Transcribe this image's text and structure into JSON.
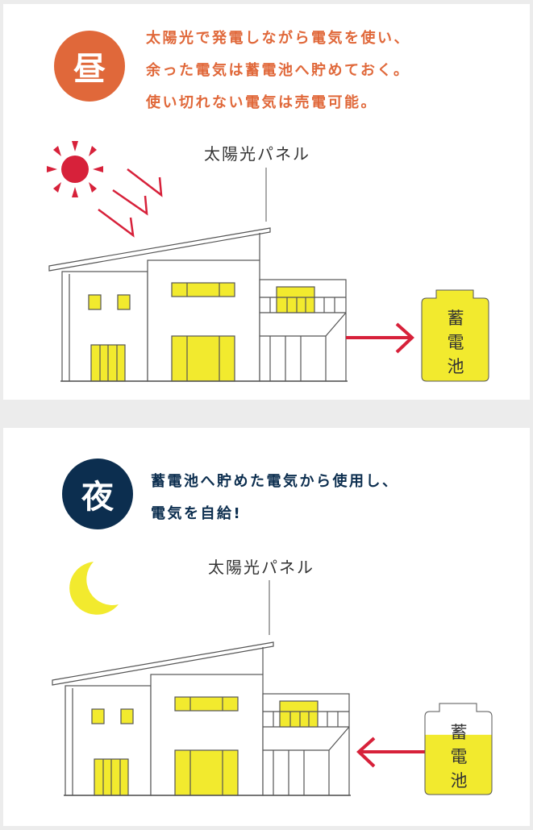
{
  "colors": {
    "day_accent": "#e0683a",
    "night_accent": "#0c2e4f",
    "yellow": "#f2ea2e",
    "red": "#d7213a",
    "line": "#555555"
  },
  "day": {
    "badge": "昼",
    "lines": [
      "太陽光で発電しながら電気を使い、",
      "余った電気は蓄電池へ貯めておく。",
      "使い切れない電気は売電可能。"
    ],
    "panel_label": "太陽光パネル",
    "battery_label": [
      "蓄",
      "電",
      "池"
    ],
    "battery_level": 1.0
  },
  "night": {
    "badge": "夜",
    "lines": [
      "蓄電池へ貯めた電気から使用し、",
      "電気を自給!"
    ],
    "panel_label": "太陽光パネル",
    "battery_label": [
      "蓄",
      "電",
      "池"
    ],
    "battery_level": 0.72
  }
}
